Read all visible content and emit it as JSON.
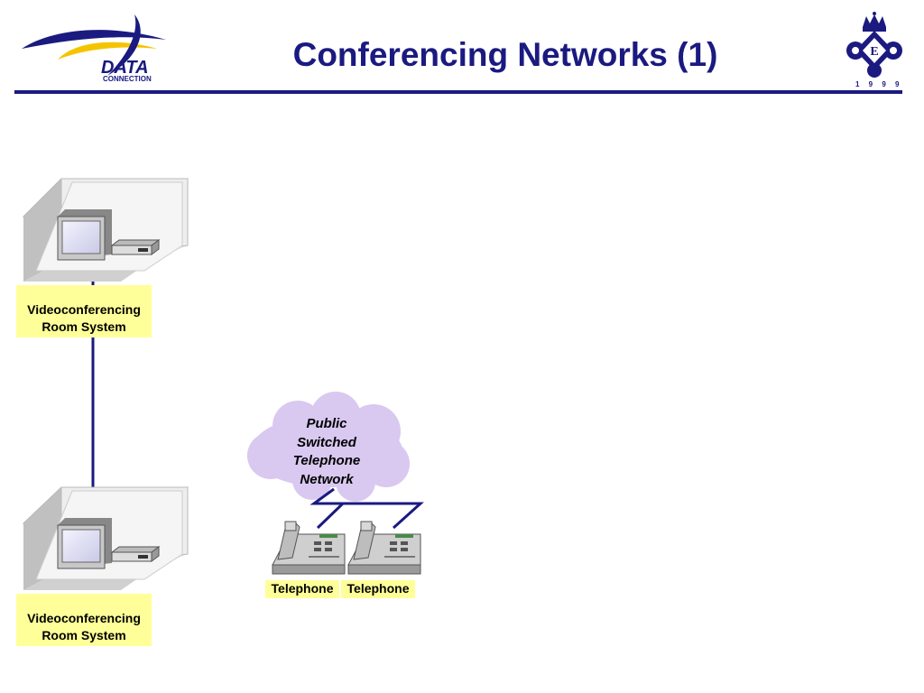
{
  "slide": {
    "title": "Conferencing Networks (1)",
    "logo_left": {
      "brand": "DATA",
      "sub": "CONNECTION"
    },
    "seal": {
      "year": "1 9 9 9"
    }
  },
  "diagram": {
    "room_system_top": {
      "label_line1": "Videoconferencing",
      "label_line2": "Room System"
    },
    "room_system_bottom": {
      "label_line1": "Videoconferencing",
      "label_line2": "Room System"
    },
    "network": {
      "line1": "Public",
      "line2": "Switched",
      "line3": "Telephone",
      "line4": "Network"
    },
    "phones": [
      {
        "label": "Telephone"
      },
      {
        "label": "Telephone"
      }
    ]
  },
  "colors": {
    "accent": "#1a1a80",
    "label_bg": "#ffff99",
    "cloud": "#d9c8f0",
    "logo_yellow": "#f5c400"
  }
}
